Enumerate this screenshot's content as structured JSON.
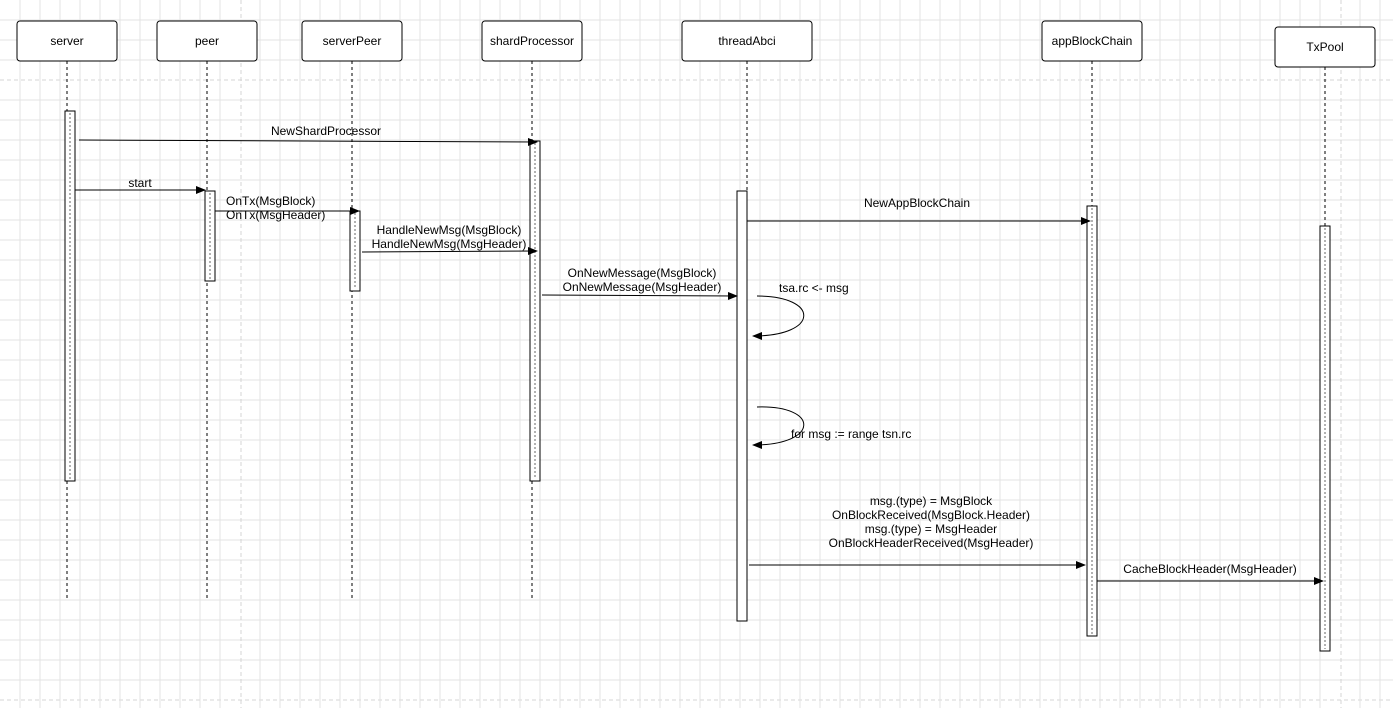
{
  "lifelines": [
    {
      "id": "server",
      "label": "server"
    },
    {
      "id": "peer",
      "label": "peer"
    },
    {
      "id": "serverPeer",
      "label": "serverPeer"
    },
    {
      "id": "shardProcessor",
      "label": "shardProcessor"
    },
    {
      "id": "threadAbci",
      "label": "threadAbci"
    },
    {
      "id": "appBlockChain",
      "label": "appBlockChain"
    },
    {
      "id": "TxPool",
      "label": "TxPool"
    }
  ],
  "messages": [
    {
      "id": "new-shard-processor",
      "lines": [
        "NewShardProcessor"
      ]
    },
    {
      "id": "start",
      "lines": [
        "start"
      ]
    },
    {
      "id": "on-tx",
      "lines": [
        "OnTx(MsgBlock)",
        "OnTx(MsgHeader)"
      ]
    },
    {
      "id": "handle-new-msg",
      "lines": [
        "HandleNewMsg(MsgBlock)",
        "HandleNewMsg(MsgHeader)"
      ]
    },
    {
      "id": "on-new-message",
      "lines": [
        "OnNewMessage(MsgBlock)",
        "OnNewMessage(MsgHeader)"
      ]
    },
    {
      "id": "tsa-rc-send",
      "lines": [
        "tsa.rc <- msg"
      ]
    },
    {
      "id": "range-tsn-rc",
      "lines": [
        "for msg := range tsn.rc"
      ]
    },
    {
      "id": "new-app-block-chain",
      "lines": [
        "NewAppBlockChain"
      ]
    },
    {
      "id": "on-block-received",
      "lines": [
        "msg.(type) = MsgBlock",
        "OnBlockReceived(MsgBlock.Header)",
        "msg.(type) = MsgHeader",
        "OnBlockHeaderReceived(MsgHeader)"
      ]
    },
    {
      "id": "cache-block-header",
      "lines": [
        "CacheBlockHeader(MsgHeader)"
      ]
    }
  ]
}
